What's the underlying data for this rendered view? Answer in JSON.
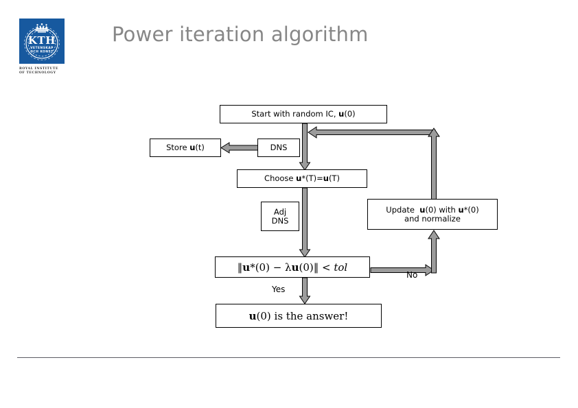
{
  "slide": {
    "title": "Power iteration algorithm",
    "title_color": "#878787",
    "background": "#ffffff"
  },
  "logo": {
    "name": "KTH Royal Institute of Technology",
    "mark_text": "KTH",
    "motto_line1": "VETENSKAP",
    "motto_line2": "OCH KONST",
    "caption_line1": "ROYAL INSTITUTE",
    "caption_line2": "OF TECHNOLOGY",
    "brand_color": "#17599f"
  },
  "flowchart": {
    "arrow_fill": "#9c9c9c",
    "arrow_stroke": "#000000",
    "nodes": [
      {
        "id": "start",
        "label": "Start with random IC, u(0)",
        "label_html": "Start with random IC, <b>u</b>(0)"
      },
      {
        "id": "store",
        "label": "Store u(t)",
        "label_html": "Store <b>u</b>(t)"
      },
      {
        "id": "dns",
        "label": "DNS",
        "label_html": "DNS"
      },
      {
        "id": "choose",
        "label": "Choose u*(T)=u(T)",
        "label_html": "Choose <b>u</b>*(T)=<b>u</b>(T)"
      },
      {
        "id": "adj-dns",
        "label": "Adj DNS",
        "label_html": "Adj<br>DNS"
      },
      {
        "id": "update",
        "label": "Update u(0) with u*(0) and normalize",
        "label_html": "Update&nbsp; <b>u</b>(0) with <b>u</b>*(0)<br>and normalize"
      },
      {
        "id": "tolerance-test",
        "label": "||u*(0) - λu(0)|| < tol",
        "label_html": "‖<b>u</b>*(0) − λ<b>u</b>(0)‖ <span class=\"mi\">&lt; tol</span>"
      },
      {
        "id": "answer",
        "label": "u(0) is the answer!",
        "label_html": "<b>u</b>(0) is the answer!"
      }
    ],
    "branch_labels": [
      {
        "id": "yes",
        "text": "Yes"
      },
      {
        "id": "no",
        "text": "No"
      }
    ]
  }
}
